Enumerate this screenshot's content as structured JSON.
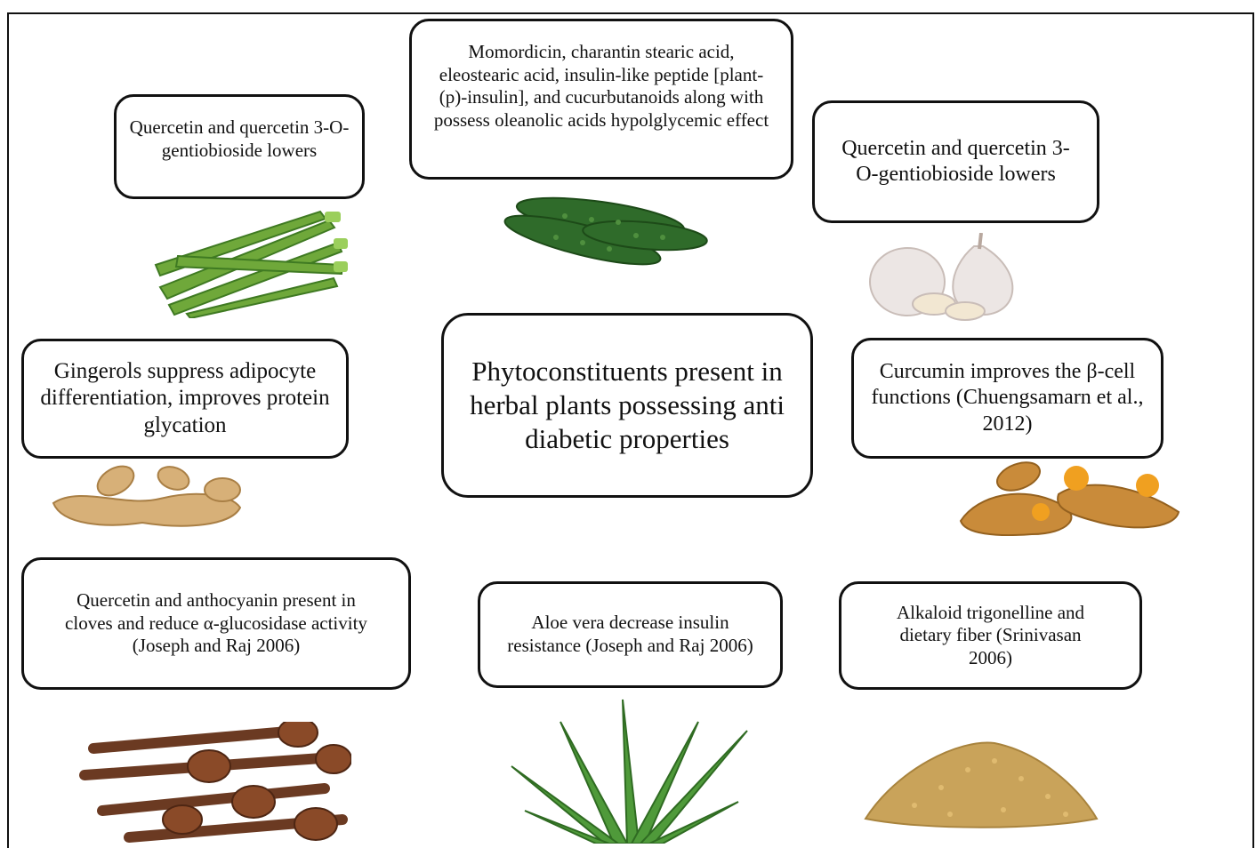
{
  "center": {
    "text": "Phytoconstituents present in herbal plants possessing anti diabetic properties"
  },
  "boxes": {
    "okra": "Quercetin and quercetin 3-O-gentiobioside lowers",
    "bitter_gourd": "Momordicin, charantin stearic acid, eleostearic acid, insulin-like peptide [plant-(p)-insulin], and cucurbutanoids along with possess oleanolic acids hypolglycemic effect",
    "garlic": "Quercetin and quercetin 3-O-gentiobioside lowers",
    "ginger": "Gingerols suppress adipocyte differentiation, improves protein glycation",
    "turmeric": "Curcumin improves the β-cell functions (Chuengsamarn et al., 2012)",
    "cloves": "Quercetin and anthocyanin present in cloves and reduce α-glucosidase activity (Joseph and Raj 2006)",
    "aloe": "Aloe vera decrease insulin resistance  (Joseph and Raj 2006)",
    "fenugreek": "Alkaloid trigonelline and dietary fiber (Srinivasan 2006)"
  },
  "colors": {
    "okra": "#6fa83a",
    "bitter_gourd": "#2f6b2a",
    "garlic": "#ece6e4",
    "ginger": "#d7b078",
    "turmeric": "#f0a020",
    "clove": "#6b3a22",
    "aloe": "#4f9a3a",
    "fenugreek": "#c9a35a"
  }
}
